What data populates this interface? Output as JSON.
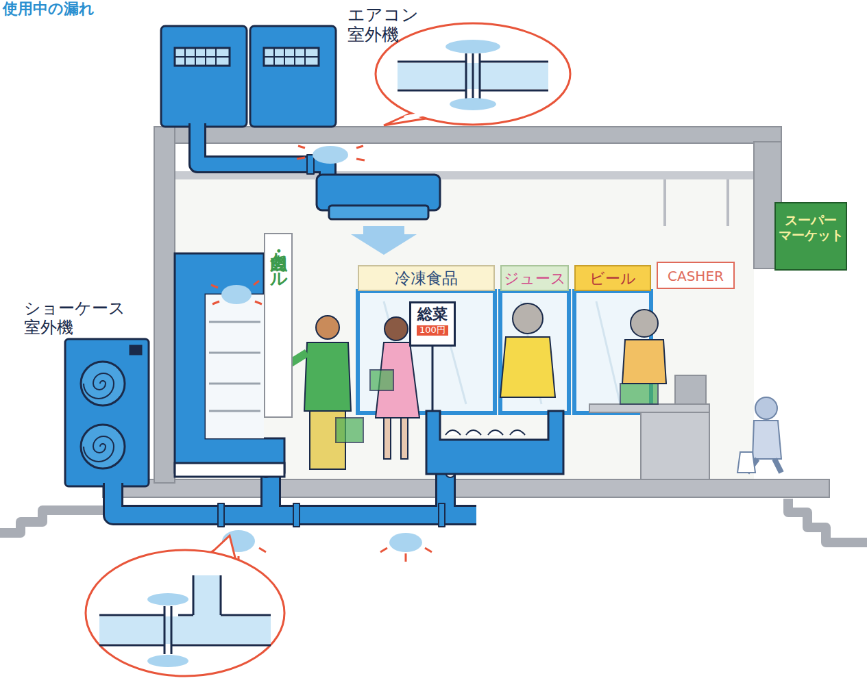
{
  "diagram": {
    "title": "使用中の漏れ",
    "nodes": [
      {
        "text": [
          "エアコン 室外機"
        ]
      },
      {
        "text": [
          "スーパー マーケット"
        ]
      },
      {
        "text": [
          "ショーケース 室外機"
        ]
      },
      {
        "text": [
          "肉・魚セール"
        ]
      },
      {
        "text": [
          "冷凍食品"
        ]
      },
      {
        "text": [
          "総菜",
          "100円"
        ]
      },
      {
        "text": [
          "ジュース"
        ]
      },
      {
        "text": [
          "ビール"
        ]
      },
      {
        "text": [
          "CASHER"
        ]
      }
    ]
  }
}
